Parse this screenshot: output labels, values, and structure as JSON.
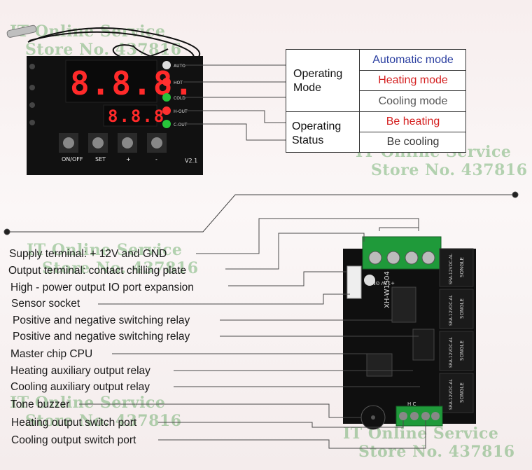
{
  "watermark": {
    "line1": "IT Online Service",
    "line2": "Store No. 437816"
  },
  "display_board": {
    "main_display": "8.8.8.",
    "sub_display": "8.8.8",
    "leds": [
      "AUTO",
      "HOT",
      "COLD",
      "H-OUT",
      "C-OUT"
    ],
    "buttons": [
      "ON/OFF",
      "SET",
      "+",
      "-"
    ],
    "version": "V2.1"
  },
  "status_table": {
    "groups": [
      {
        "title": "Operating Mode",
        "items": [
          {
            "label": "Automatic mode",
            "color": "#2b3fa0"
          },
          {
            "label": "Heating mode",
            "color": "#d42020"
          },
          {
            "label": "Cooling mode",
            "color": "#555555"
          }
        ]
      },
      {
        "title": "Operating Status",
        "items": [
          {
            "label": "Be heating",
            "color": "#d42020"
          },
          {
            "label": "Be cooling",
            "color": "#333333"
          }
        ]
      }
    ]
  },
  "relay_board": {
    "module_label": "XH-W1504",
    "terminal_label": "+12V GND",
    "relay_text": "SRA-12VDC-AL",
    "relay_brand": "SONGLE",
    "terminal_bottom": "H C"
  },
  "components": [
    "Supply terminal: + 12V and GND",
    "Output terminal: contact chilling plate",
    "High - power output IO port expansion",
    "Sensor socket",
    "Positive and negative switching relay",
    "Positive and negative switching relay",
    "Master chip CPU",
    "Heating auxiliary output relay",
    "Cooling auxiliary output relay",
    "Tone buzzer",
    "Heating output switch port",
    "Cooling output switch port"
  ],
  "colors": {
    "board": "#111111",
    "led_red": "#ff3030",
    "led_green": "#27c43a",
    "terminal_green": "#1f9a3a",
    "line": "#4a4a4a"
  }
}
